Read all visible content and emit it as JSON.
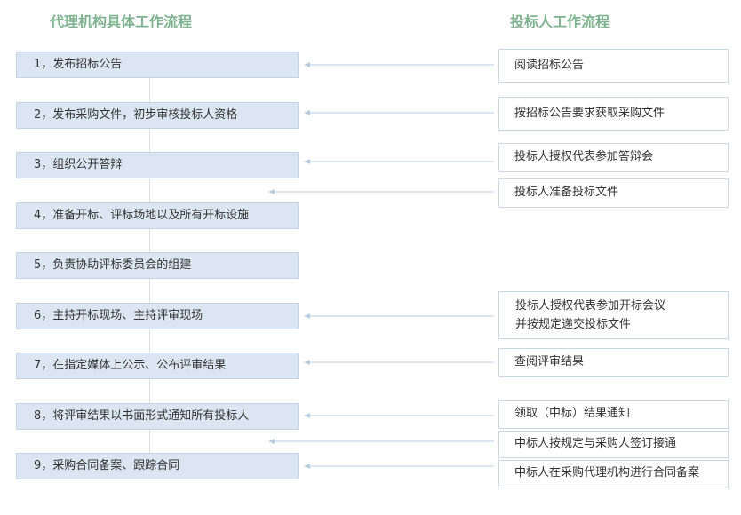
{
  "headers": {
    "left": "代理机构具体工作流程",
    "right": "投标人工作流程"
  },
  "steps": [
    "1，发布招标公告",
    "2，发布采购文件，初步审核投标人资格",
    "3，组织公开答辩",
    "4，准备开标、评标场地以及所有开标设施",
    "5，负责协助评标委员会的组建",
    "6，主持开标现场、主持评审现场",
    "7，在指定媒体上公示、公布评审结果",
    "8，将评审结果以书面形式通知所有投标人",
    "9，采购合同备案、跟踪合同"
  ],
  "bidder_steps": [
    "阅读招标公告",
    "按招标公告要求获取采购文件",
    "投标人授权代表参加答辩会",
    "投标人准备投标文件",
    "投标人授权代表参加开标会议",
    "并按规定递交投标文件",
    "查阅评审结果",
    "领取（中标）结果通知",
    "中标人按规定与采购人签订接通",
    "中标人在采购代理机构进行合同备案"
  ],
  "colors": {
    "header": "#7fb38f",
    "step_fill": "#dce6f2",
    "arrow": "#b8cde0"
  }
}
